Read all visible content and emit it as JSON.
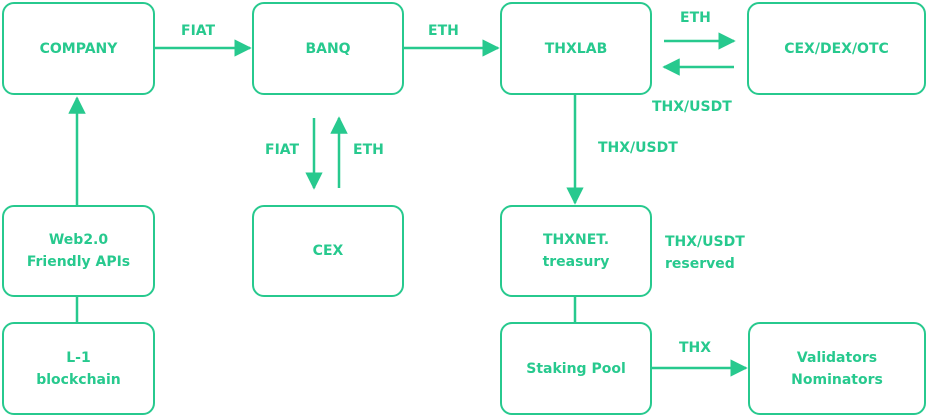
{
  "colors": {
    "accent": "#27c98e",
    "background": "#ffffff"
  },
  "nodes": {
    "company": "COMPANY",
    "banq": "BANQ",
    "thxlab": "THXLAB",
    "cex_dex_otc": "CEX/DEX/OTC",
    "web2_apis": {
      "line1": "Web2.0",
      "line2": "Friendly APIs"
    },
    "cex": "CEX",
    "thxnet_treasury": {
      "line1": "THXNET.",
      "line2": "treasury"
    },
    "l1_blockchain": {
      "line1": "L-1",
      "line2": "blockchain"
    },
    "staking_pool": "Staking Pool",
    "validators_nominators": {
      "line1": "Validators",
      "line2": "Nominators"
    }
  },
  "edges": {
    "company_to_banq": "FIAT",
    "banq_to_thxlab": "ETH",
    "thxlab_to_cex_dex_otc": "ETH",
    "cex_dex_otc_to_thxlab": "THX/USDT",
    "banq_to_cex": "FIAT",
    "cex_to_banq": "ETH",
    "thxlab_to_treasury": "THX/USDT",
    "treasury_reserved": {
      "line1": "THX/USDT",
      "line2": "reserved"
    },
    "staking_to_validators": "THX"
  }
}
